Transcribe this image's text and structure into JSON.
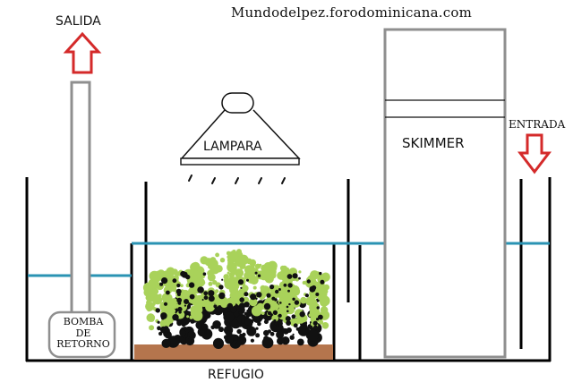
{
  "source_text": "Mundodelpez.forodominicana.com",
  "labels": {
    "salida": "SALIDA",
    "entrada": "ENTRADA",
    "lampara": "LAMPARA",
    "skimmer": "SKIMMER",
    "refugio": "REFUGIO",
    "bomba": [
      "BOMBA",
      "DE",
      "RETORNO"
    ]
  },
  "colors": {
    "water_line": "#2a93b3",
    "arrow_red": "#d42a2a",
    "tank_wall": "#000000",
    "equipment_outline": "#8f8f8f",
    "substrate": "#b5754d",
    "plant_light": "#a9d25a",
    "plant_dark": "#111111"
  },
  "icons": [
    "up-arrow-icon",
    "down-arrow-icon",
    "lamp-icon",
    "light-ray-icon"
  ]
}
